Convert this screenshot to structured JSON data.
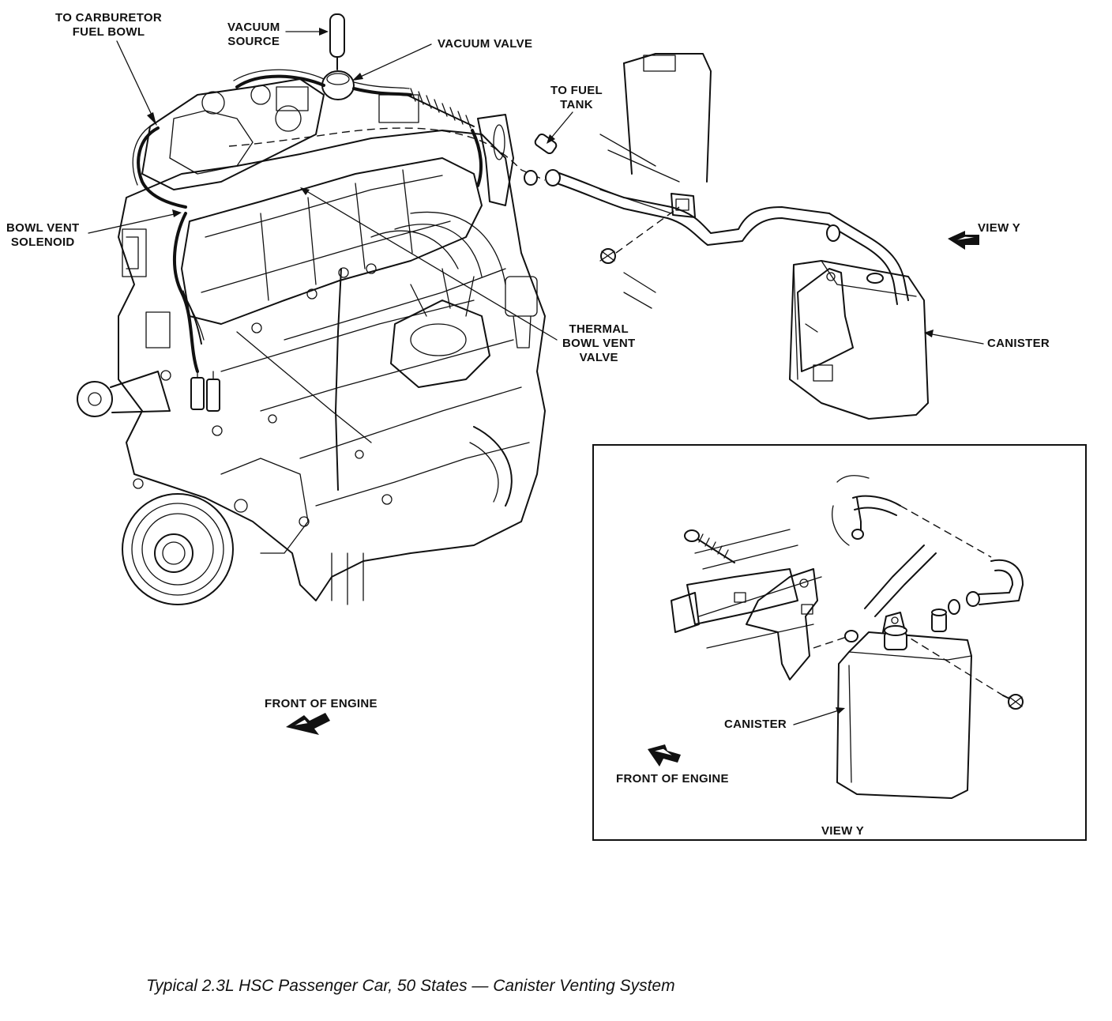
{
  "labels": {
    "to_carburetor_fuel_bowl": [
      "TO CARBURETOR",
      "FUEL BOWL"
    ],
    "vacuum_source": [
      "VACUUM",
      "SOURCE"
    ],
    "vacuum_valve": "VACUUM VALVE",
    "to_fuel_tank": [
      "TO FUEL",
      "TANK"
    ],
    "bowl_vent_solenoid": [
      "BOWL VENT",
      "SOLENOID"
    ],
    "view_y_arrow": "VIEW Y",
    "canister_main": "CANISTER",
    "thermal_bowl_vent_valve": [
      "THERMAL",
      "BOWL VENT",
      "VALVE"
    ],
    "front_of_engine_main": "FRONT OF ENGINE",
    "canister_inset": "CANISTER",
    "front_of_engine_inset": "FRONT OF ENGINE",
    "view_y_title": "VIEW Y"
  },
  "caption": "Typical 2.3L HSC Passenger Car, 50 States — Canister Venting System",
  "icons": {
    "direction_arrow": "front-of-engine-arrow-icon",
    "view_arrow": "view-y-arrow-icon"
  },
  "colors": {
    "ink": "#111111",
    "background": "#ffffff"
  }
}
